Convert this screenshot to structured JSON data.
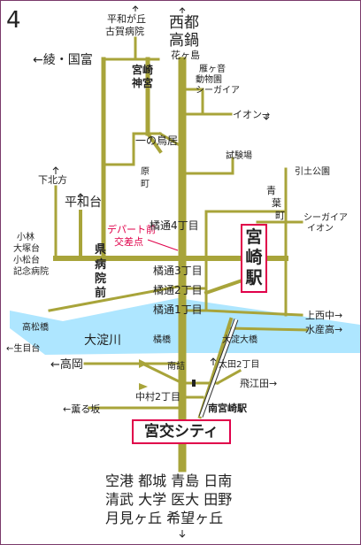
{
  "colors": {
    "road_main": "#a8a43a",
    "road_thin": "#b4b046",
    "river": "#aee6ff",
    "station_border": "#e0004a",
    "text": "#222222"
  },
  "labels": {
    "page_number": "4",
    "nishito_1": "西都",
    "nishito_2": "高鍋",
    "hanagashima": "花ヶ島",
    "heiwagaoka_1": "平和が丘",
    "heiwagaoka_2": "古賀病院",
    "aya": "←綾・国富",
    "miyazaki_jingu_1": "宮崎",
    "miyazaki_jingu_2": "神宮",
    "zoo_1": "雁ヶ音",
    "zoo_2": "動物園",
    "zoo_3": "シーガイア",
    "aeon_top": "イオン→",
    "ichinotorii": "一の鳥居",
    "haramachi": "原町",
    "shikenjo": "試験場",
    "hikishi_park": "引土公園",
    "shimokitakata": "下北方",
    "heiwadai": "平和台",
    "aoba_cho": "青葉町",
    "seagaia_aeon_1": "シーガイア",
    "seagaia_aeon_2": "イオン",
    "kobayashi_1": "小林",
    "kobayashi_2": "大塚台",
    "kobayashi_3": "小松台",
    "kobayashi_4": "記念病院",
    "kenbyoinmae": "県病院前",
    "department_1": "デパート前",
    "department_2": "交差点",
    "tachibana4": "橘通4丁目",
    "tachibana3": "橘通3丁目",
    "tachibana2": "橘通2丁目",
    "tachibana1": "橘通1丁目",
    "miyazaki_station": "宮崎駅",
    "kamisaichu": "上西中→",
    "suisanko": "水産高→",
    "takamatsubashi": "高松橋",
    "ikimedai": "←生目台",
    "oyodogawa": "大淀川",
    "tachibanabashi": "橘橋",
    "oyodoohashi": "大淀大橋",
    "takaoka": "←高岡",
    "minamizume": "南詰",
    "ota2": "太田2丁目",
    "hiekita": "飛江田→",
    "nakamura2": "中村2丁目",
    "kaoruzaka": "←薫る坂",
    "minamimiyazaki": "南宮崎駅",
    "destinations": [
      "空港 都城 青島 日南",
      "清武 大学 医大 田野",
      "月見ヶ丘 希望ヶ丘"
    ]
  },
  "station_box": "宮交シティ"
}
